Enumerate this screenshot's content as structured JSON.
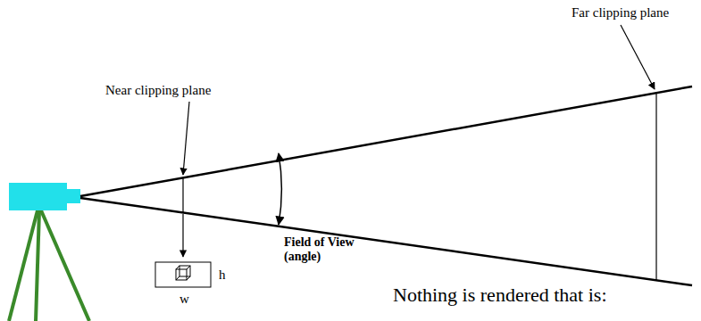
{
  "diagram": {
    "labels": [
      "Far clipping plane",
      "Near clipping plane",
      "Field of View (angle)",
      "h",
      "w",
      "Nothing is rendered that is:"
    ]
  }
}
